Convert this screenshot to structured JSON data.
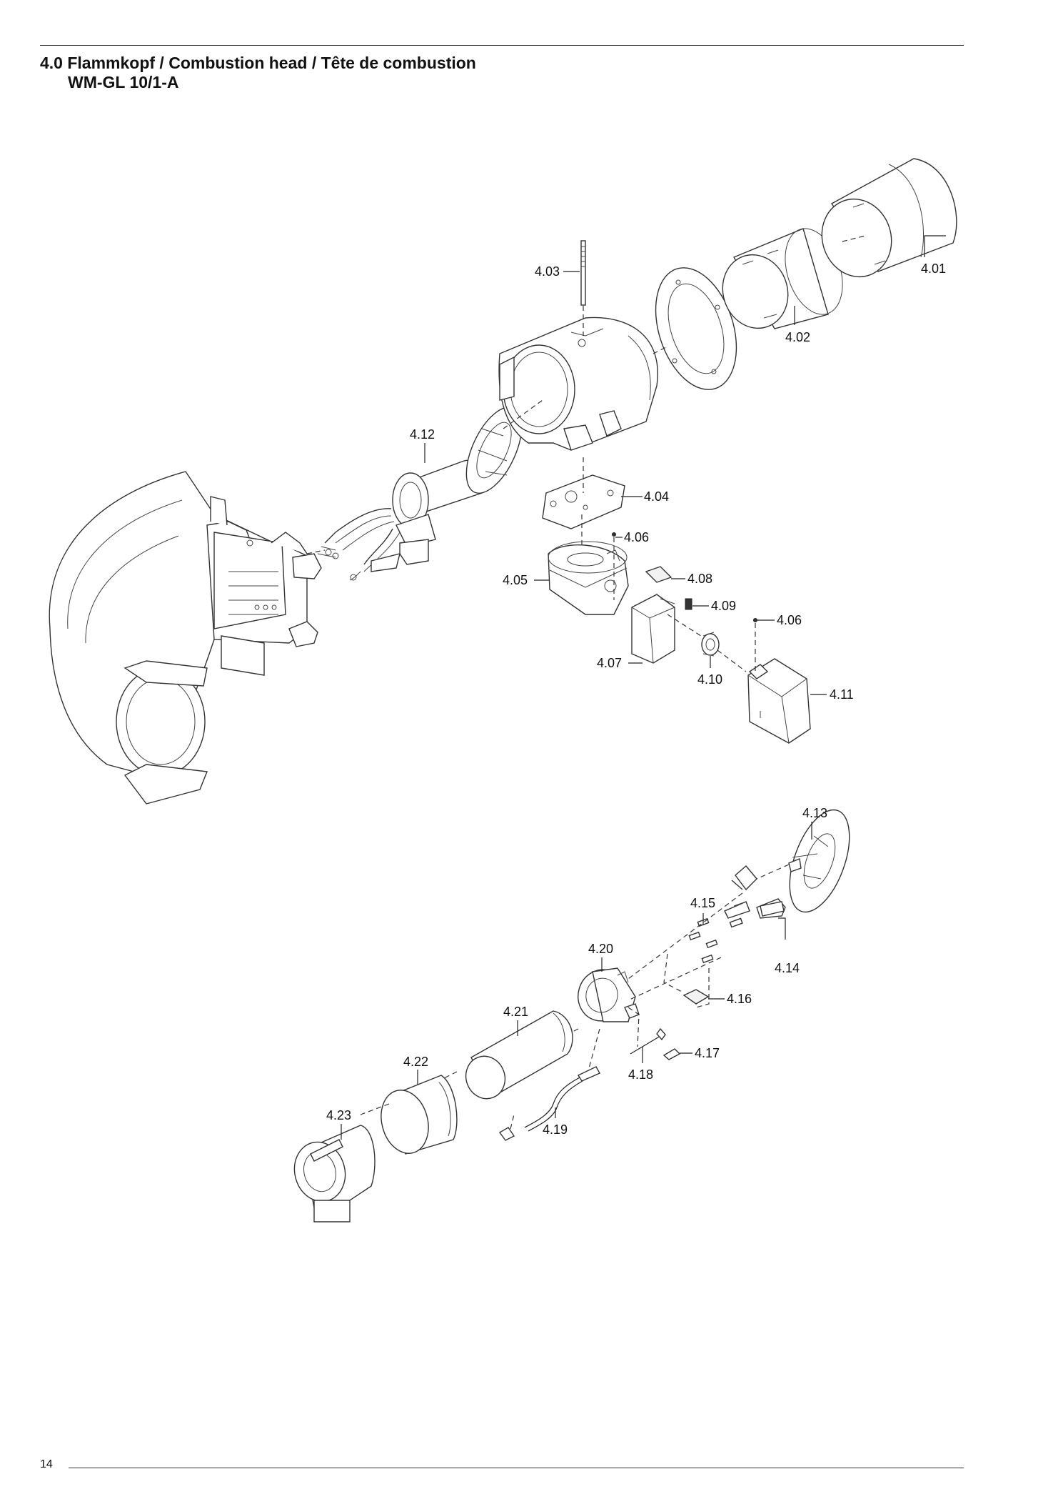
{
  "header": {
    "title_line1": "4.0 Flammkopf / Combustion head / Tête de combustion",
    "title_line2": "WM-GL 10/1-A"
  },
  "footer": {
    "page_number": "14"
  },
  "callouts": [
    {
      "id": "4.01",
      "label": "4.01"
    },
    {
      "id": "4.02",
      "label": "4.02"
    },
    {
      "id": "4.03",
      "label": "4.03"
    },
    {
      "id": "4.04",
      "label": "4.04"
    },
    {
      "id": "4.05",
      "label": "4.05"
    },
    {
      "id": "4.06a",
      "label": "4.06"
    },
    {
      "id": "4.06b",
      "label": "4.06"
    },
    {
      "id": "4.07",
      "label": "4.07"
    },
    {
      "id": "4.08",
      "label": "4.08"
    },
    {
      "id": "4.09",
      "label": "4.09"
    },
    {
      "id": "4.10",
      "label": "4.10"
    },
    {
      "id": "4.11",
      "label": "4.11"
    },
    {
      "id": "4.12",
      "label": "4.12"
    },
    {
      "id": "4.13",
      "label": "4.13"
    },
    {
      "id": "4.14",
      "label": "4.14"
    },
    {
      "id": "4.15",
      "label": "4.15"
    },
    {
      "id": "4.16",
      "label": "4.16"
    },
    {
      "id": "4.17",
      "label": "4.17"
    },
    {
      "id": "4.18",
      "label": "4.18"
    },
    {
      "id": "4.19",
      "label": "4.19"
    },
    {
      "id": "4.20",
      "label": "4.20"
    },
    {
      "id": "4.21",
      "label": "4.21"
    },
    {
      "id": "4.22",
      "label": "4.22"
    },
    {
      "id": "4.23",
      "label": "4.23"
    }
  ]
}
